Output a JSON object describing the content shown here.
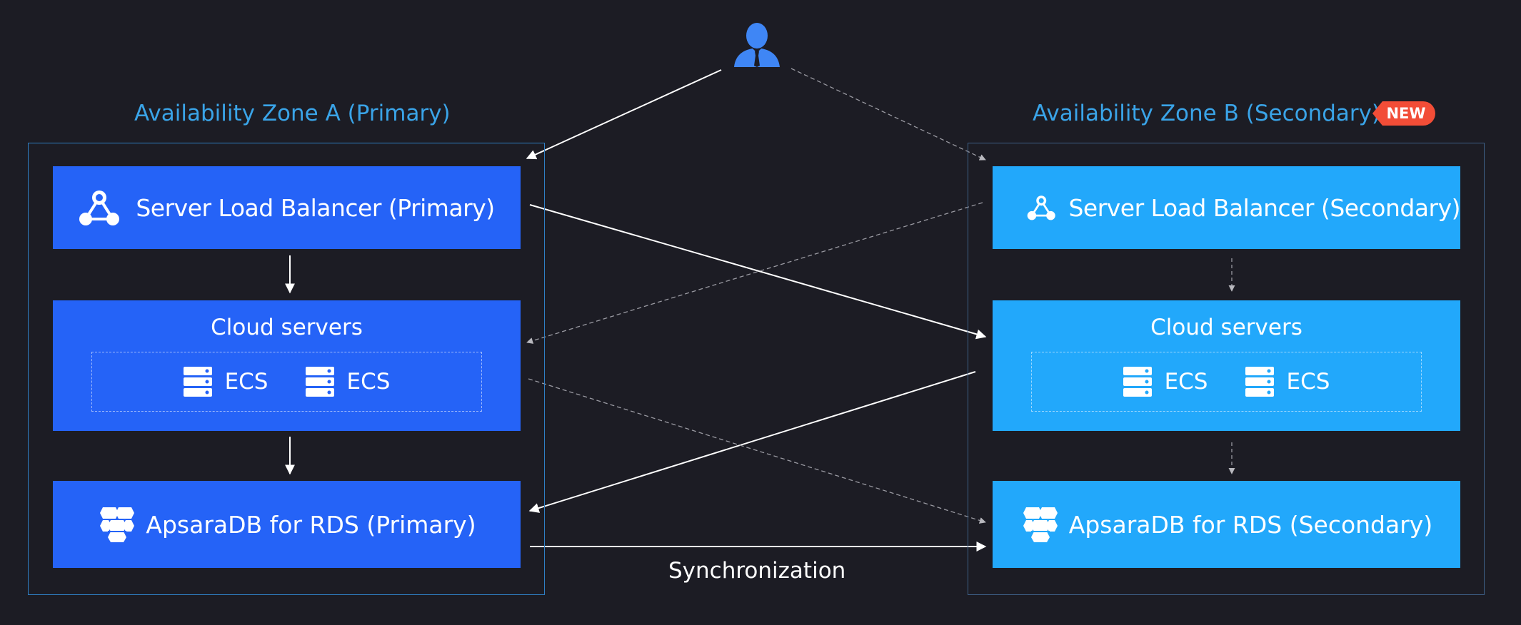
{
  "zones": {
    "a": {
      "title": "Availability Zone A (Primary)"
    },
    "b": {
      "title": "Availability Zone B (Secondary)",
      "badge": "NEW"
    }
  },
  "primary": {
    "slb": "Server Load Balancer (Primary)",
    "cloud": {
      "title": "Cloud servers",
      "servers": [
        "ECS",
        "ECS"
      ]
    },
    "rds": "ApsaraDB for RDS (Primary)"
  },
  "secondary": {
    "slb": "Server Load Balancer (Secondary)",
    "cloud": {
      "title": "Cloud servers",
      "servers": [
        "ECS",
        "ECS"
      ]
    },
    "rds": "ApsaraDB for RDS (Secondary)"
  },
  "sync_label": "Synchronization",
  "icons": {
    "user": "user-icon",
    "slb": "load-balancer-icon",
    "server": "server-icon",
    "database": "database-icon"
  },
  "colors": {
    "background": "#1c1c24",
    "primary_box": "#2563f7",
    "secondary_box": "#22a8fb",
    "zone_title": "#3aa4e8",
    "badge": "#f24d37",
    "user_icon": "#3f86f5"
  }
}
